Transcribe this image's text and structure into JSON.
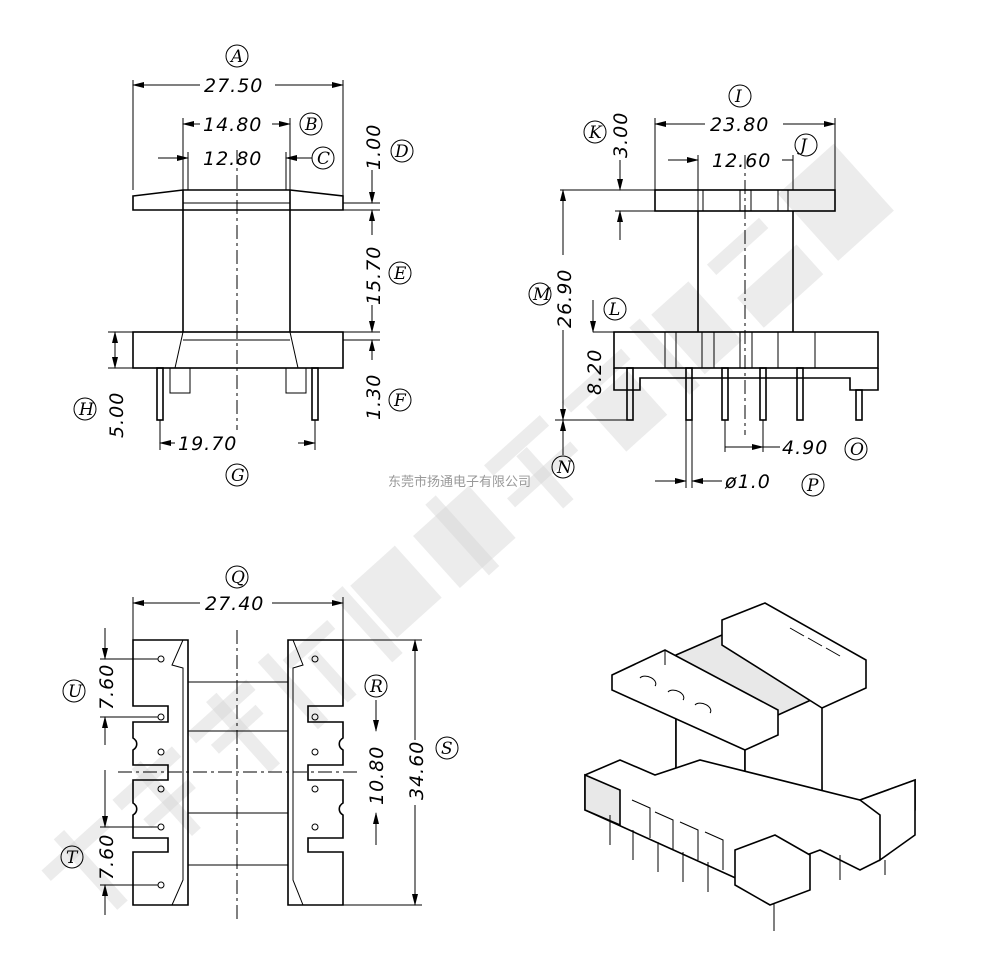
{
  "front_view": {
    "dims": {
      "A": "27.50",
      "B": "14.80",
      "C": "12.80",
      "D": "1.00",
      "E": "15.70",
      "F": "1.30",
      "G": "19.70",
      "H": "5.00"
    },
    "labels": {
      "A": "A",
      "B": "B",
      "C": "C",
      "D": "D",
      "E": "E",
      "F": "F",
      "G": "G",
      "H": "H"
    }
  },
  "side_view": {
    "dims": {
      "I": "23.80",
      "J": "12.60",
      "K": "3.00",
      "L": "8.20",
      "M": "26.90",
      "O": "4.90",
      "P": "ø1.0"
    },
    "labels": {
      "I": "I",
      "J": "J",
      "K": "K",
      "L": "L",
      "M": "M",
      "N": "N",
      "O": "O",
      "P": "P"
    }
  },
  "bottom_view": {
    "dims": {
      "Q": "27.40",
      "R": "10.80",
      "S": "34.60",
      "T": "7.60",
      "U": "7.60"
    },
    "labels": {
      "Q": "Q",
      "R": "R",
      "S": "S",
      "T": "T",
      "U": "U"
    }
  },
  "watermark": {
    "large": "东莞市扬通电子有限公司",
    "small": "东莞市扬通电子有限公司"
  }
}
